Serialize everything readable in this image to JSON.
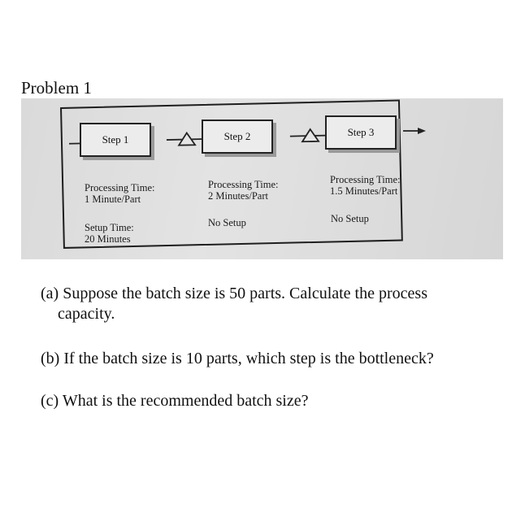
{
  "title": "Problem 1",
  "diagram": {
    "steps": [
      {
        "label": "Step 1",
        "processing_label": "Processing Time:",
        "processing_value": "1 Minute/Part",
        "setup_label": "Setup Time:",
        "setup_value": "20 Minutes"
      },
      {
        "label": "Step 2",
        "processing_label": "Processing Time:",
        "processing_value": "2 Minutes/Part",
        "setup_label": "No Setup",
        "setup_value": ""
      },
      {
        "label": "Step 3",
        "processing_label": "Processing Time:",
        "processing_value": "1.5 Minutes/Part",
        "setup_label": "No Setup",
        "setup_value": ""
      }
    ],
    "buffer_icon": "triangle-inventory-icon",
    "arrow_icon": "arrow-right-icon"
  },
  "questions": [
    {
      "prefix": "(a)",
      "text": "Suppose the batch size is 50 parts. Calculate the process",
      "continuation": "capacity."
    },
    {
      "prefix": "(b)",
      "text": "If the batch size is 10 parts, which step is the bottleneck?"
    },
    {
      "prefix": "(c)",
      "text": "What is the recommended batch size?"
    }
  ]
}
